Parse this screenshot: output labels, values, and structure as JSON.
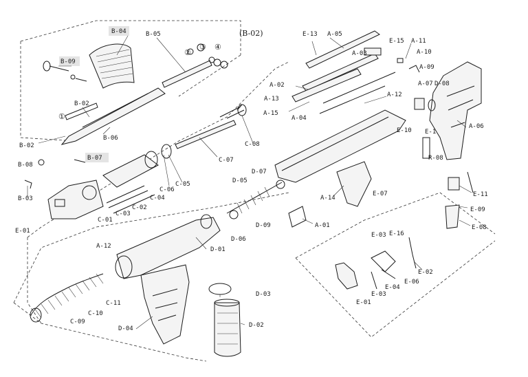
{
  "diagram": {
    "group_label": "(B-02)",
    "labels": [
      {
        "id": "b04",
        "text": "B-04"
      },
      {
        "id": "b05",
        "text": "B-05"
      },
      {
        "id": "b09",
        "text": "B-09"
      },
      {
        "id": "b02a",
        "text": "B-02"
      },
      {
        "id": "b02b",
        "text": "B-02"
      },
      {
        "id": "b06",
        "text": "B-06"
      },
      {
        "id": "b07",
        "text": "B-07"
      },
      {
        "id": "b08",
        "text": "B-08"
      },
      {
        "id": "b03",
        "text": "B-03"
      },
      {
        "id": "c1",
        "text": "①"
      },
      {
        "id": "c2",
        "text": "②"
      },
      {
        "id": "c3",
        "text": "③"
      },
      {
        "id": "c4",
        "text": "④"
      },
      {
        "id": "e01a",
        "text": "E-01"
      },
      {
        "id": "c01",
        "text": "C-01"
      },
      {
        "id": "c03",
        "text": "C-03"
      },
      {
        "id": "c02",
        "text": "C-02"
      },
      {
        "id": "c04",
        "text": "C-04"
      },
      {
        "id": "c06",
        "text": "C-06"
      },
      {
        "id": "c05",
        "text": "C-05"
      },
      {
        "id": "c07",
        "text": "C-07"
      },
      {
        "id": "c08",
        "text": "C-08"
      },
      {
        "id": "d05",
        "text": "D-05"
      },
      {
        "id": "d07",
        "text": "D-07"
      },
      {
        "id": "d06",
        "text": "D-06"
      },
      {
        "id": "d09",
        "text": "D-09"
      },
      {
        "id": "a12b",
        "text": "A-12"
      },
      {
        "id": "d01",
        "text": "D-01"
      },
      {
        "id": "c11",
        "text": "C-11"
      },
      {
        "id": "c10",
        "text": "C-10"
      },
      {
        "id": "c09",
        "text": "C-09"
      },
      {
        "id": "d03",
        "text": "D-03"
      },
      {
        "id": "d02",
        "text": "D-02"
      },
      {
        "id": "d04",
        "text": "D-04"
      },
      {
        "id": "e13",
        "text": "E-13"
      },
      {
        "id": "a05",
        "text": "A-05"
      },
      {
        "id": "e15",
        "text": "E-15"
      },
      {
        "id": "a11",
        "text": "A-11"
      },
      {
        "id": "a03",
        "text": "A-03"
      },
      {
        "id": "a10",
        "text": "A-10"
      },
      {
        "id": "a09",
        "text": "A-09"
      },
      {
        "id": "a02",
        "text": "A-02"
      },
      {
        "id": "a13",
        "text": "A-13"
      },
      {
        "id": "a12",
        "text": "A-12"
      },
      {
        "id": "a15",
        "text": "A-15"
      },
      {
        "id": "a04",
        "text": "A-04"
      },
      {
        "id": "a07",
        "text": "A-07"
      },
      {
        "id": "d08",
        "text": "D-08"
      },
      {
        "id": "e10",
        "text": "E-10"
      },
      {
        "id": "e1x",
        "text": "E-1"
      },
      {
        "id": "a06",
        "text": "A-06"
      },
      {
        "id": "r08",
        "text": "R-08"
      },
      {
        "id": "e07",
        "text": "E-07"
      },
      {
        "id": "a14",
        "text": "A-14"
      },
      {
        "id": "a01",
        "text": "A-01"
      },
      {
        "id": "e11",
        "text": "E-11"
      },
      {
        "id": "e09",
        "text": "E-09"
      },
      {
        "id": "e08",
        "text": "E-08"
      },
      {
        "id": "e03a",
        "text": "E-03"
      },
      {
        "id": "e16",
        "text": "E-16"
      },
      {
        "id": "e02",
        "text": "E-02"
      },
      {
        "id": "e06",
        "text": "E-06"
      },
      {
        "id": "e04",
        "text": "E-04"
      },
      {
        "id": "e03b",
        "text": "E-03"
      },
      {
        "id": "e01b",
        "text": "E-01"
      }
    ]
  }
}
